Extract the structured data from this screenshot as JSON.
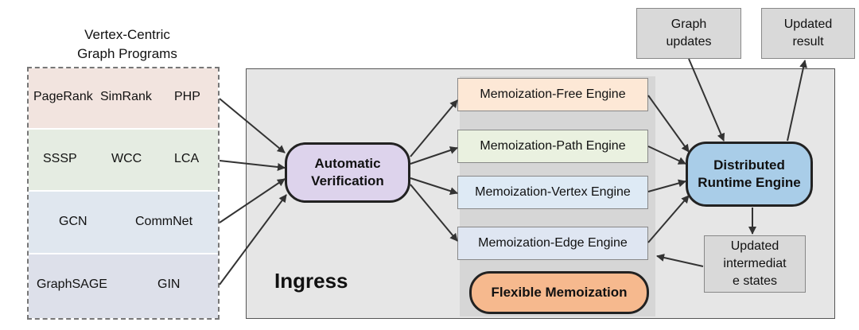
{
  "programs": {
    "title_line1": "Vertex-Centric",
    "title_line2": "Graph Programs",
    "rows": [
      {
        "items": [
          "PageRank",
          "SimRank",
          "PHP"
        ],
        "color": "#f2e4df"
      },
      {
        "items": [
          "SSSP",
          "WCC",
          "LCA"
        ],
        "color": "#e5ece2"
      },
      {
        "items": [
          "GCN",
          "CommNet"
        ],
        "color": "#e0e7ef"
      },
      {
        "items": [
          "GraphSAGE",
          "GIN"
        ],
        "color": "#dde0ea"
      }
    ]
  },
  "verification": {
    "line1": "Automatic",
    "line2": "Verification",
    "color": "#ddd3ec"
  },
  "engines": [
    {
      "label": "Memoization-Free Engine",
      "color": "#fde8d6"
    },
    {
      "label": "Memoization-Path Engine",
      "color": "#eaf1e0"
    },
    {
      "label": "Memoization-Vertex Engine",
      "color": "#deeaf5"
    },
    {
      "label": "Memoization-Edge Engine",
      "color": "#dfe6f2"
    }
  ],
  "flexible": {
    "label": "Flexible Memoization",
    "color": "#f6b98e"
  },
  "runtime": {
    "line1": "Distributed",
    "line2": "Runtime Engine",
    "color": "#a9cde8"
  },
  "graph_updates": {
    "line1": "Graph",
    "line2": "updates"
  },
  "updated_result": {
    "line1": "Updated",
    "line2": "result"
  },
  "intermediate": {
    "line1": "Updated",
    "line2": "intermediat",
    "line3": "e states"
  },
  "ingress_label": "Ingress"
}
